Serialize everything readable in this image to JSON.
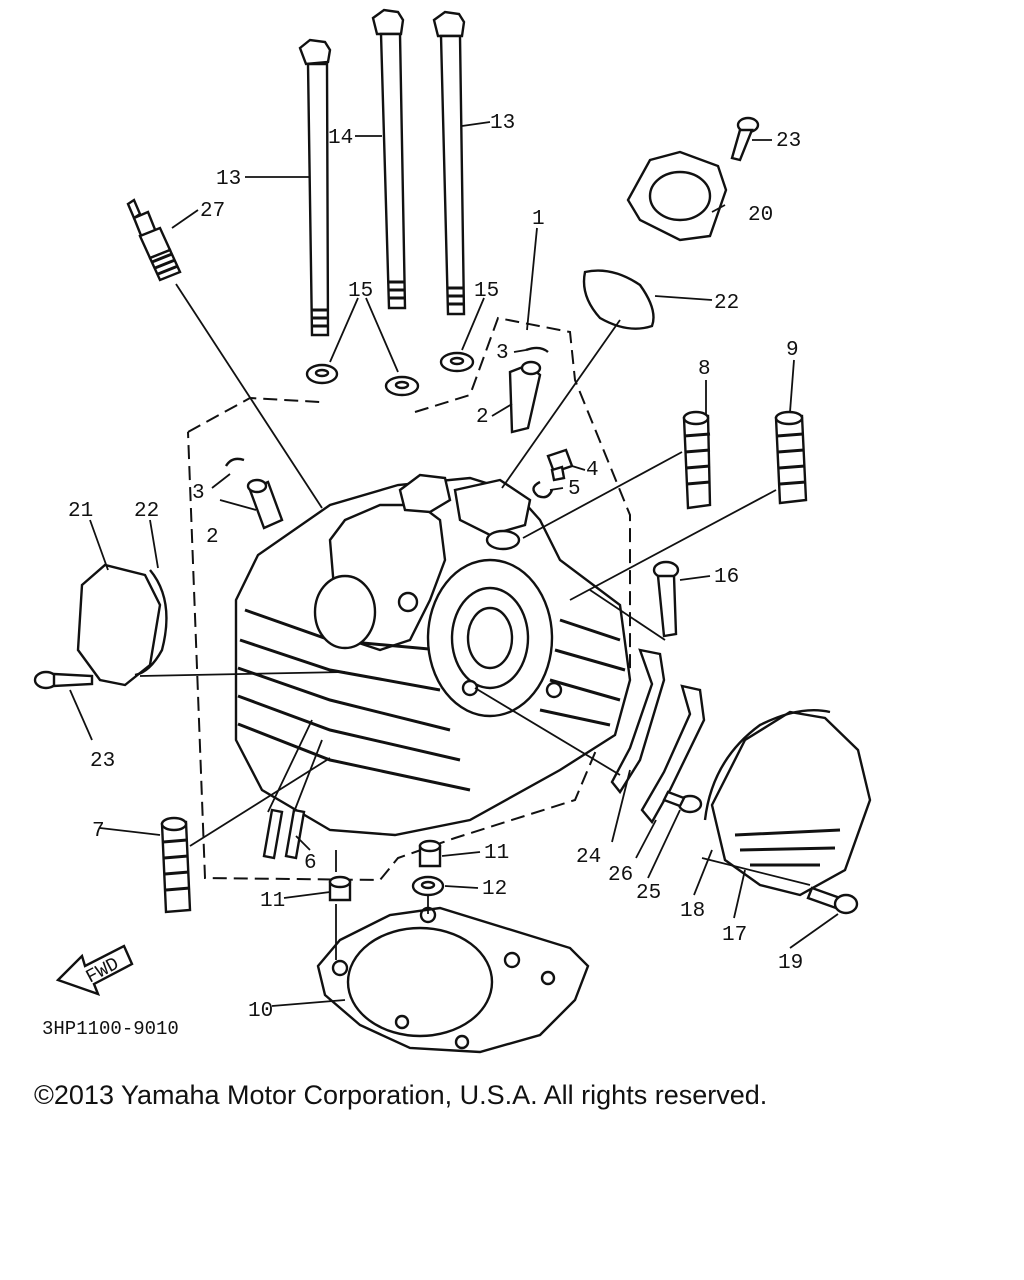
{
  "diagram": {
    "callouts": {
      "c1": "1",
      "c2a": "2",
      "c2b": "2",
      "c3a": "3",
      "c13c": "3",
      "c4": "4",
      "c5": "5",
      "c6": "6",
      "c7": "7",
      "c8": "8",
      "c9": "9",
      "c10": "10",
      "c11a": "11",
      "c11b": "11",
      "c12": "12",
      "c13a": "13",
      "c13b": "13",
      "c14": "14",
      "c15a": "15",
      "c15b": "15",
      "c16": "16",
      "c17": "17",
      "c18": "18",
      "c19": "19",
      "c20": "20",
      "c21": "21",
      "c22a": "22",
      "c22b": "22",
      "c23a": "23",
      "c23b": "23",
      "c24": "24",
      "c25": "25",
      "c26": "26",
      "c27": "27"
    },
    "fwd_label": "FWD",
    "figure_code": "3HP1100-9010"
  },
  "footer": {
    "copyright": "©2013 Yamaha Motor Corporation, U.S.A. All rights reserved."
  }
}
